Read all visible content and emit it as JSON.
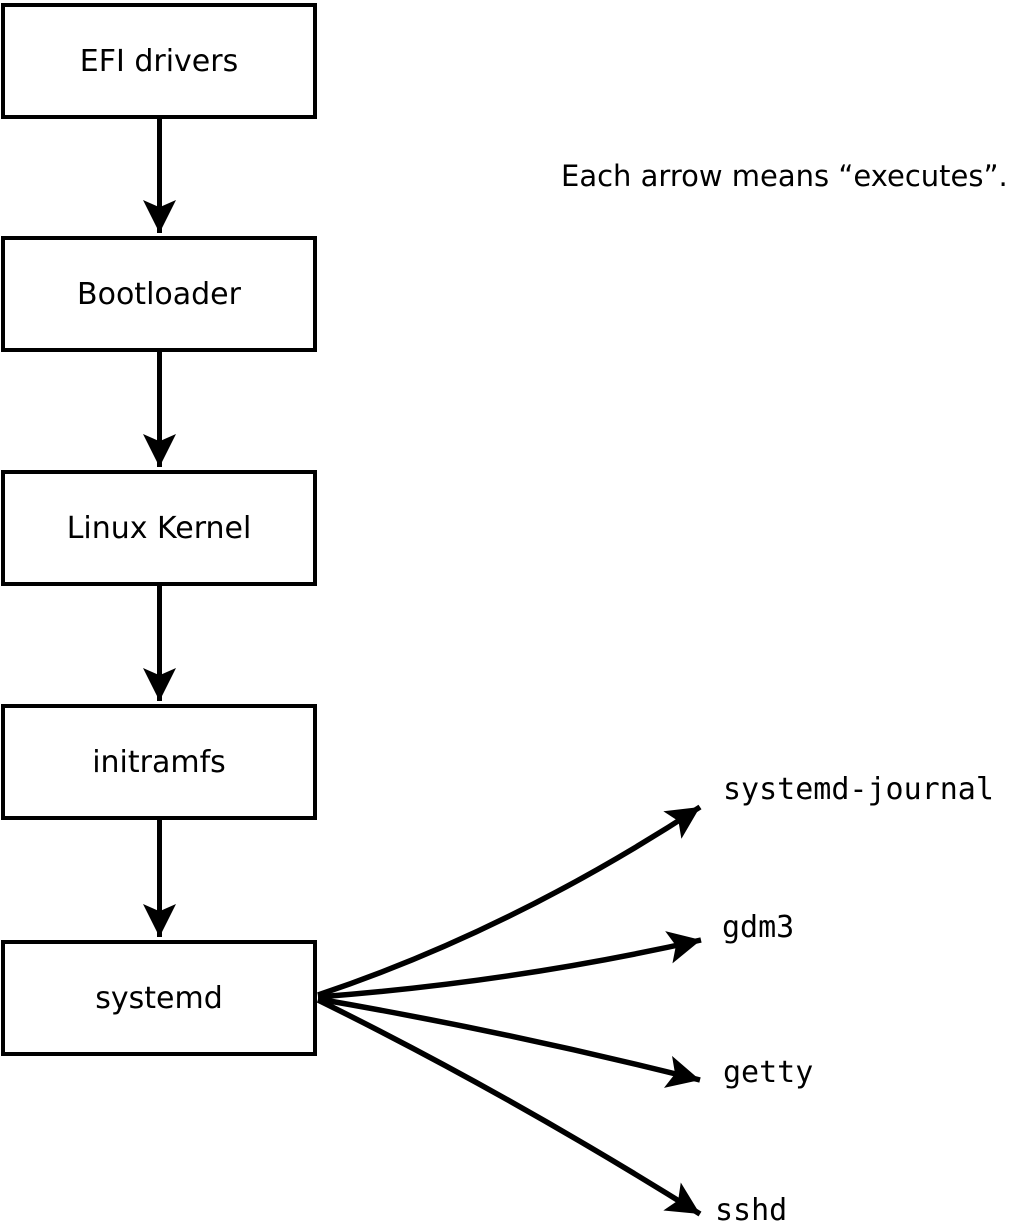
{
  "diagram": {
    "caption": "Each arrow means “executes”.",
    "chain_nodes": [
      {
        "id": "efi-drivers",
        "label": "EFI drivers"
      },
      {
        "id": "bootloader",
        "label": "Bootloader"
      },
      {
        "id": "linux-kernel",
        "label": "Linux Kernel"
      },
      {
        "id": "initramfs",
        "label": "initramfs"
      },
      {
        "id": "systemd",
        "label": "systemd"
      }
    ],
    "spawned_processes": [
      {
        "id": "systemd-journal",
        "label": "systemd-journal"
      },
      {
        "id": "gdm3",
        "label": "gdm3"
      },
      {
        "id": "getty",
        "label": "getty"
      },
      {
        "id": "sshd",
        "label": "sshd"
      }
    ],
    "colors": {
      "foreground": "#000000",
      "background": "#ffffff"
    }
  }
}
